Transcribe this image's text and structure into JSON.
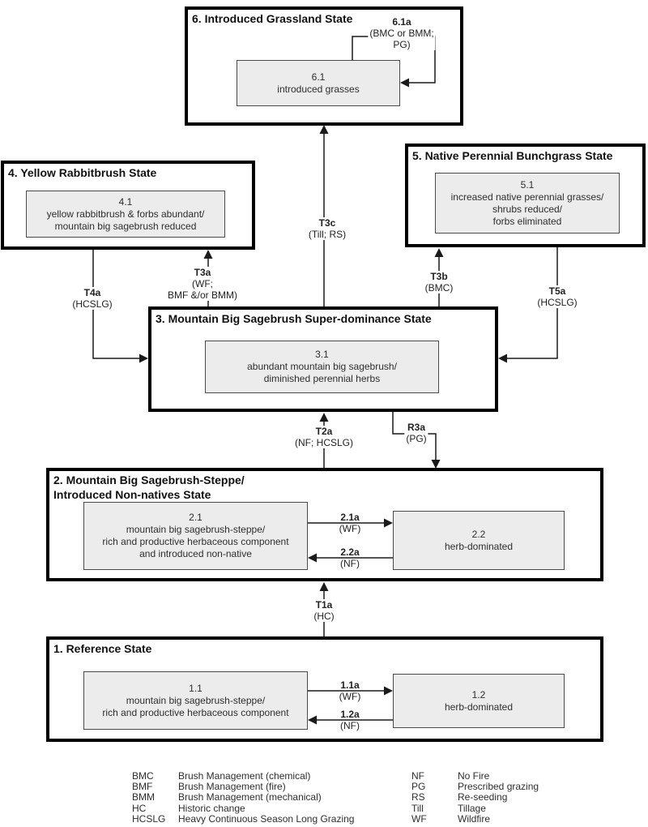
{
  "states": {
    "s1": {
      "title": "1. Reference State"
    },
    "s2": {
      "title": "2. Mountain Big Sagebrush-Steppe/\nIntroduced Non-natives State"
    },
    "s3": {
      "title": "3. Mountain Big Sagebrush Super-dominance State"
    },
    "s4": {
      "title": "4. Yellow Rabbitbrush State"
    },
    "s5": {
      "title": "5. Native Perennial Bunchgrass State"
    },
    "s6": {
      "title": "6. Introduced Grassland State"
    }
  },
  "communities": {
    "c11": {
      "id": "1.1",
      "desc": "mountain big sagebrush-steppe/\nrich and productive herbaceous component"
    },
    "c12": {
      "id": "1.2",
      "desc": "herb-dominated"
    },
    "c21": {
      "id": "2.1",
      "desc": "mountain big sagebrush-steppe/\nrich and productive herbaceous component\nand introduced non-native"
    },
    "c22": {
      "id": "2.2",
      "desc": "herb-dominated"
    },
    "c31": {
      "id": "3.1",
      "desc": "abundant mountain big sagebrush/\ndiminished perennial herbs"
    },
    "c41": {
      "id": "4.1",
      "desc": "yellow rabbitbrush & forbs abundant/\nmountain big sagebrush reduced"
    },
    "c51": {
      "id": "5.1",
      "desc": "increased native perennial grasses/\nshrubs reduced/\nforbs eliminated"
    },
    "c61": {
      "id": "6.1",
      "desc": "introduced grasses"
    }
  },
  "transitions": {
    "t1a": {
      "code": "T1a",
      "cause": "(HC)"
    },
    "t2a": {
      "code": "T2a",
      "cause": "(NF; HCSLG)"
    },
    "t3a": {
      "code": "T3a",
      "cause": "(WF;\nBMF &/or BMM)"
    },
    "t3b": {
      "code": "T3b",
      "cause": "(BMC)"
    },
    "t3c": {
      "code": "T3c",
      "cause": "(Till; RS)"
    },
    "t4a": {
      "code": "T4a",
      "cause": "(HCSLG)"
    },
    "t5a": {
      "code": "T5a",
      "cause": "(HCSLG)"
    },
    "r3a": {
      "code": "R3a",
      "cause": "(PG)"
    },
    "p61a": {
      "code": "6.1a",
      "cause": "(BMC or BMM;\nPG)"
    },
    "p21a": {
      "code": "2.1a",
      "cause": "(WF)"
    },
    "p22a": {
      "code": "2.2a",
      "cause": "(NF)"
    },
    "p11a": {
      "code": "1.1a",
      "cause": "(WF)"
    },
    "p12a": {
      "code": "1.2a",
      "cause": "(NF)"
    }
  },
  "legend": {
    "left": [
      {
        "abbr": "BMC",
        "def": "Brush Management (chemical)"
      },
      {
        "abbr": "BMF",
        "def": "Brush Management (fire)"
      },
      {
        "abbr": "BMM",
        "def": "Brush Management (mechanical)"
      },
      {
        "abbr": "HC",
        "def": "Historic change"
      },
      {
        "abbr": "HCSLG",
        "def": "Heavy Continuous Season Long Grazing"
      }
    ],
    "right": [
      {
        "abbr": "NF",
        "def": "No Fire"
      },
      {
        "abbr": "PG",
        "def": "Prescribed grazing"
      },
      {
        "abbr": "RS",
        "def": "Re-seeding"
      },
      {
        "abbr": "Till",
        "def": "Tillage"
      },
      {
        "abbr": "WF",
        "def": "Wildfire"
      }
    ]
  }
}
